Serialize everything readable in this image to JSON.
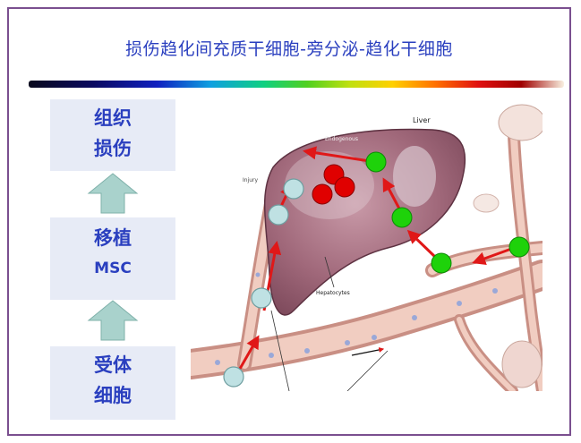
{
  "slide": {
    "title": "损伤趋化间充质干细胞-旁分泌-趋化干细胞"
  },
  "flow": {
    "box1": [
      "组织",
      "损伤"
    ],
    "box2": [
      "移植",
      "MSC"
    ],
    "box3": [
      "受体",
      "细胞"
    ]
  },
  "diagram": {
    "labels": {
      "liver": "Liver",
      "injury": "Injury",
      "endogenous": "Endogenous",
      "hepatocytes": "Hepatocytes"
    },
    "colors": {
      "liver": "#a0687a",
      "vessel": "#e8b7a9",
      "arrow": "#e01818",
      "msc_green": "#1ed20a",
      "msc_red": "#e00000",
      "host_cell": "#bfe1e3"
    }
  }
}
